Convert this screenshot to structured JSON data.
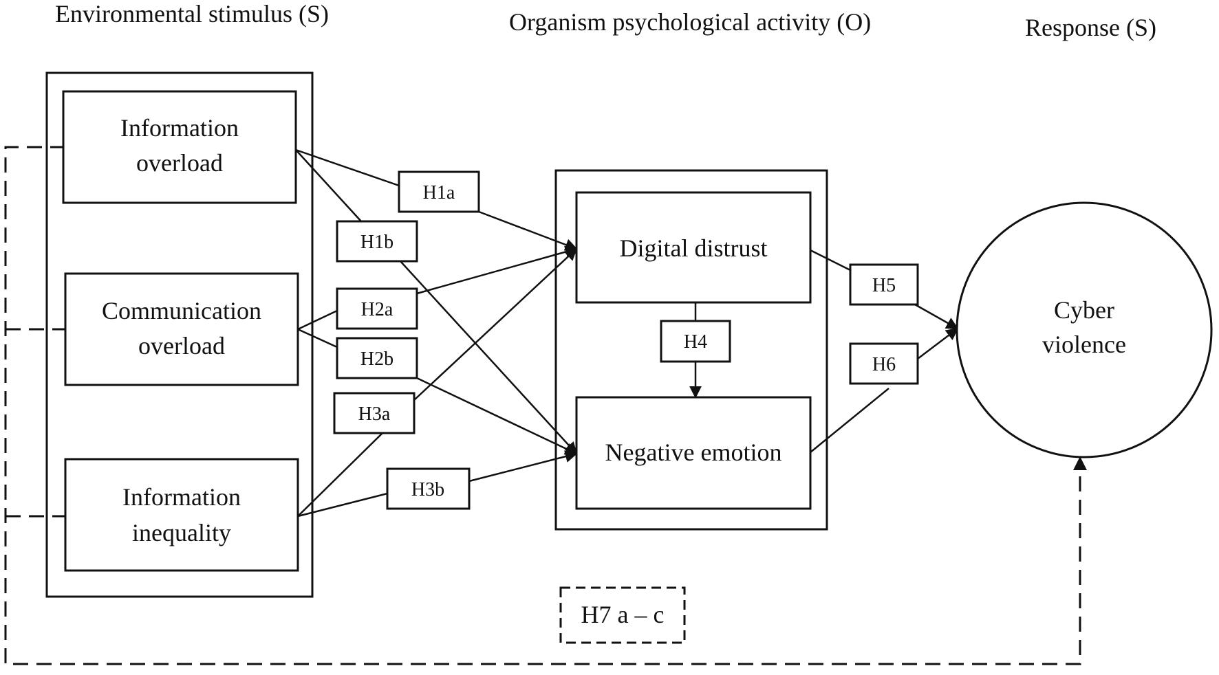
{
  "headers": {
    "stimulus": "Environmental stimulus (S)",
    "organism": "Organism psychological activity (O)",
    "response": "Response (S)"
  },
  "nodes": {
    "information_overload": [
      "Information",
      "overload"
    ],
    "communication_overload": [
      "Communication",
      "overload"
    ],
    "information_inequality": [
      "Information",
      "inequality"
    ],
    "digital_distrust": "Digital distrust",
    "negative_emotion": "Negative emotion",
    "cyber_violence": [
      "Cyber",
      "violence"
    ]
  },
  "hypotheses": {
    "h1a": "H1a",
    "h1b": "H1b",
    "h2a": "H2a",
    "h2b": "H2b",
    "h3a": "H3a",
    "h3b": "H3b",
    "h4": "H4",
    "h5": "H5",
    "h6": "H6",
    "h7": "H7 a – c"
  }
}
